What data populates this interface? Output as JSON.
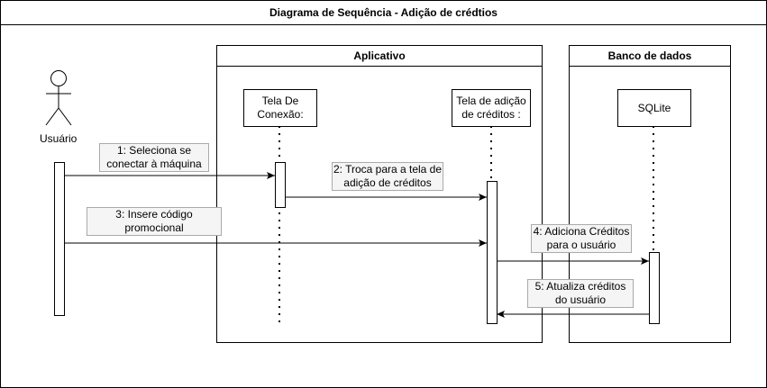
{
  "title": "Diagrama de Sequência - Adição de crédtios",
  "actor": {
    "label": "Usuário"
  },
  "groups": [
    {
      "title": "Aplicativo"
    },
    {
      "title": "Banco de dados"
    }
  ],
  "lifelines": {
    "tela_conexao": "Tela De Conexão:",
    "tela_adicao": "Tela de adição de créditos :",
    "sqlite": "SQLite"
  },
  "messages": [
    {
      "label": "1: Seleciona se conectar à máquina"
    },
    {
      "label": "2: Troca para a tela de adição de créditos"
    },
    {
      "label": "3: Insere código promocional"
    },
    {
      "label": "4: Adiciona Créditos para o usuário"
    },
    {
      "label": "5: Atualiza créditos do usuário"
    }
  ]
}
